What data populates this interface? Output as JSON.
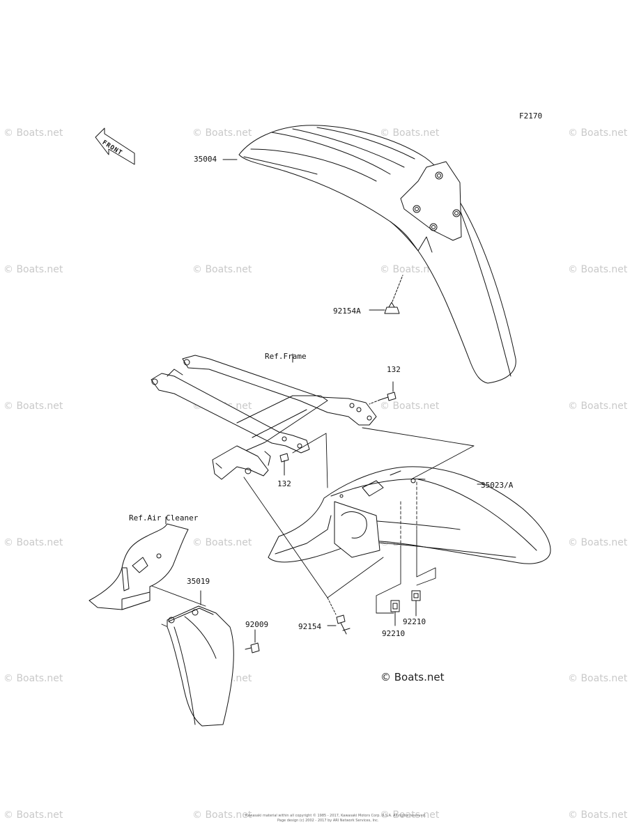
{
  "figure_code": "F2170",
  "front_label": "FRONT",
  "parts": [
    {
      "id": "front_fender",
      "number": "35004"
    },
    {
      "id": "clip_a",
      "number": "92154A"
    },
    {
      "id": "bolt_upper",
      "number": "132"
    },
    {
      "id": "bolt_lower",
      "number": "132"
    },
    {
      "id": "rear_fender",
      "number": "35023/A"
    },
    {
      "id": "mud_flap",
      "number": "35019"
    },
    {
      "id": "bolt_flap",
      "number": "92009"
    },
    {
      "id": "bolt_rear",
      "number": "92154"
    },
    {
      "id": "nut_left",
      "number": "92210"
    },
    {
      "id": "nut_right",
      "number": "92210"
    }
  ],
  "references": {
    "frame": "Ref.Frame",
    "air_cleaner": "Ref.Air Cleaner"
  },
  "watermark": "© Boats.net",
  "brand": "© Boats.net",
  "copyright_line1": "Kawasaki material within all copyright © 1985 - 2017, Kawasaki Motors Corp. U.S.A. All rights reserved.",
  "copyright_line2": "Page design (c) 2002 - 2017 by ARI Network Services, Inc."
}
